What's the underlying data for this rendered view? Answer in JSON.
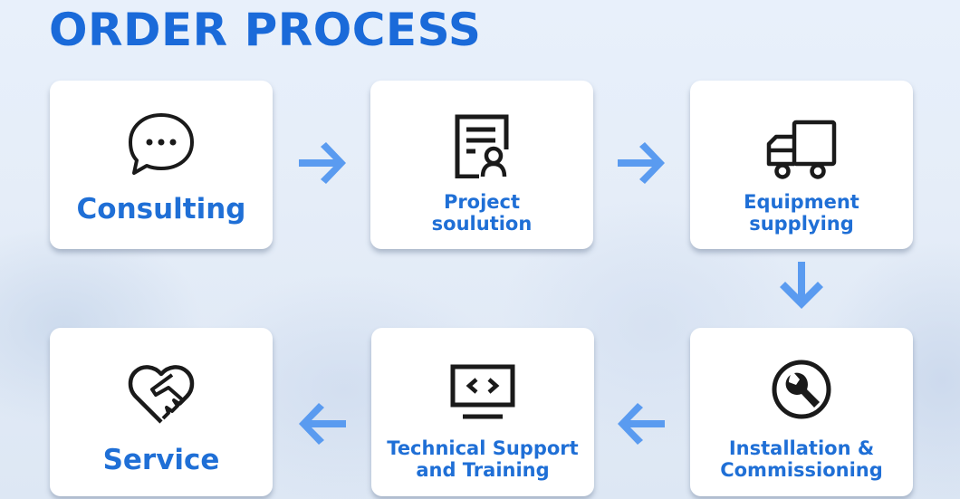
{
  "title": "ORDER PROCESS",
  "colors": {
    "title": "#1a6ad9",
    "label": "#1f6fd6",
    "arrow": "#5a9bf0",
    "icon": "#1a1a1a",
    "card": "#ffffff"
  },
  "steps": [
    {
      "label_lines": [
        "Consulting"
      ],
      "icon": "chat-bubble-icon"
    },
    {
      "label_lines": [
        "Project",
        "soulution"
      ],
      "icon": "document-user-icon"
    },
    {
      "label_lines": [
        "Equipment",
        "supplying"
      ],
      "icon": "truck-icon"
    },
    {
      "label_lines": [
        "Installation &",
        "Commissioning"
      ],
      "icon": "wrench-icon"
    },
    {
      "label_lines": [
        "Technical Support",
        "and Training"
      ],
      "icon": "monitor-code-icon"
    },
    {
      "label_lines": [
        "Service"
      ],
      "icon": "heart-handshake-icon"
    }
  ],
  "arrows": [
    "right",
    "right",
    "down",
    "left",
    "left"
  ]
}
